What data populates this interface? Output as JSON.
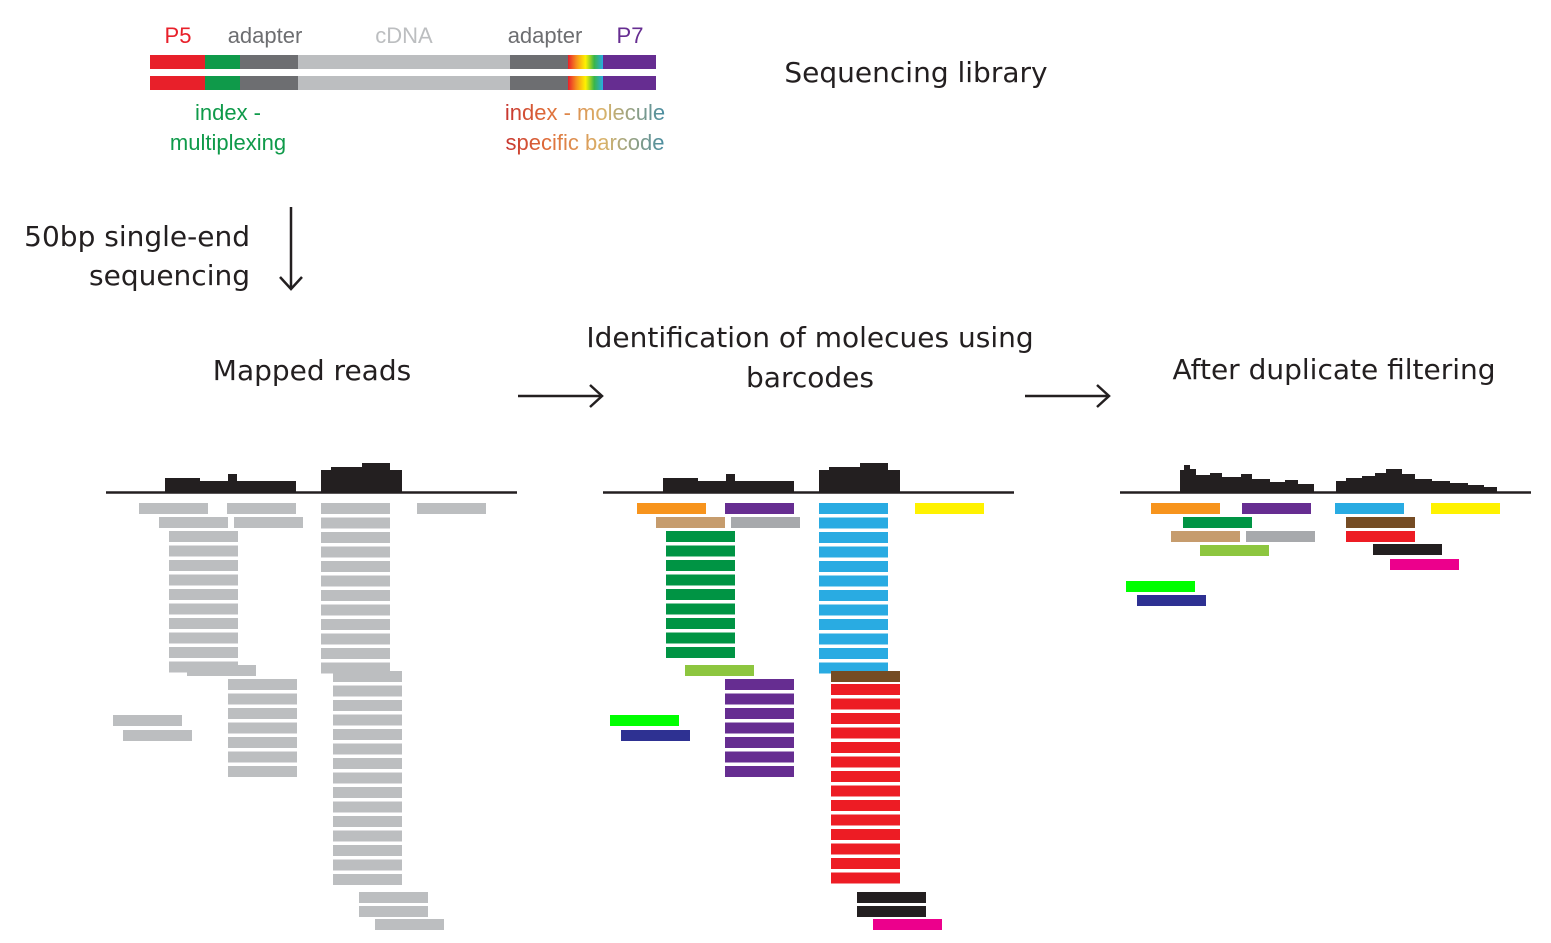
{
  "library": {
    "labels": {
      "p5": "P5",
      "adapter_left": "adapter",
      "cdna": "cDNA",
      "adapter_right": "adapter",
      "p7": "P7"
    },
    "index_multiplexing": [
      "index -",
      "multiplexing"
    ],
    "index_molecule": [
      "index - molecule",
      "specific barcode"
    ],
    "title": "Sequencing library",
    "colors": {
      "p5": "#e8202a",
      "index": "#0f9a4a",
      "adapter": "#6d6e71",
      "cdna": "#bcbec0",
      "p7": "#6a2f92",
      "label_adapter": "#6d6e71",
      "label_cdna": "#bcbec0"
    }
  },
  "step": {
    "lines": [
      "50bp single-end",
      "sequencing"
    ]
  },
  "panels": {
    "mapped": {
      "title": [
        "Mapped reads"
      ]
    },
    "identification": {
      "title": [
        "Identification of molecues using",
        "barcodes"
      ]
    },
    "filtered": {
      "title": [
        "After duplicate filtering"
      ]
    }
  },
  "read_colors": {
    "gray": "#bcbec0",
    "orange": "#f7941d",
    "purple": "#662d91",
    "tan": "#c69c6d",
    "silver": "#a7a9ac",
    "green": "#009444",
    "blue": "#29abe2",
    "yellow": "#fff200",
    "lightgreen": "#8dc63f",
    "brown": "#754c24",
    "red": "#ed1c24",
    "lime": "#00ff00",
    "navy": "#2e3192",
    "black": "#231f20",
    "magenta": "#ec008c"
  }
}
